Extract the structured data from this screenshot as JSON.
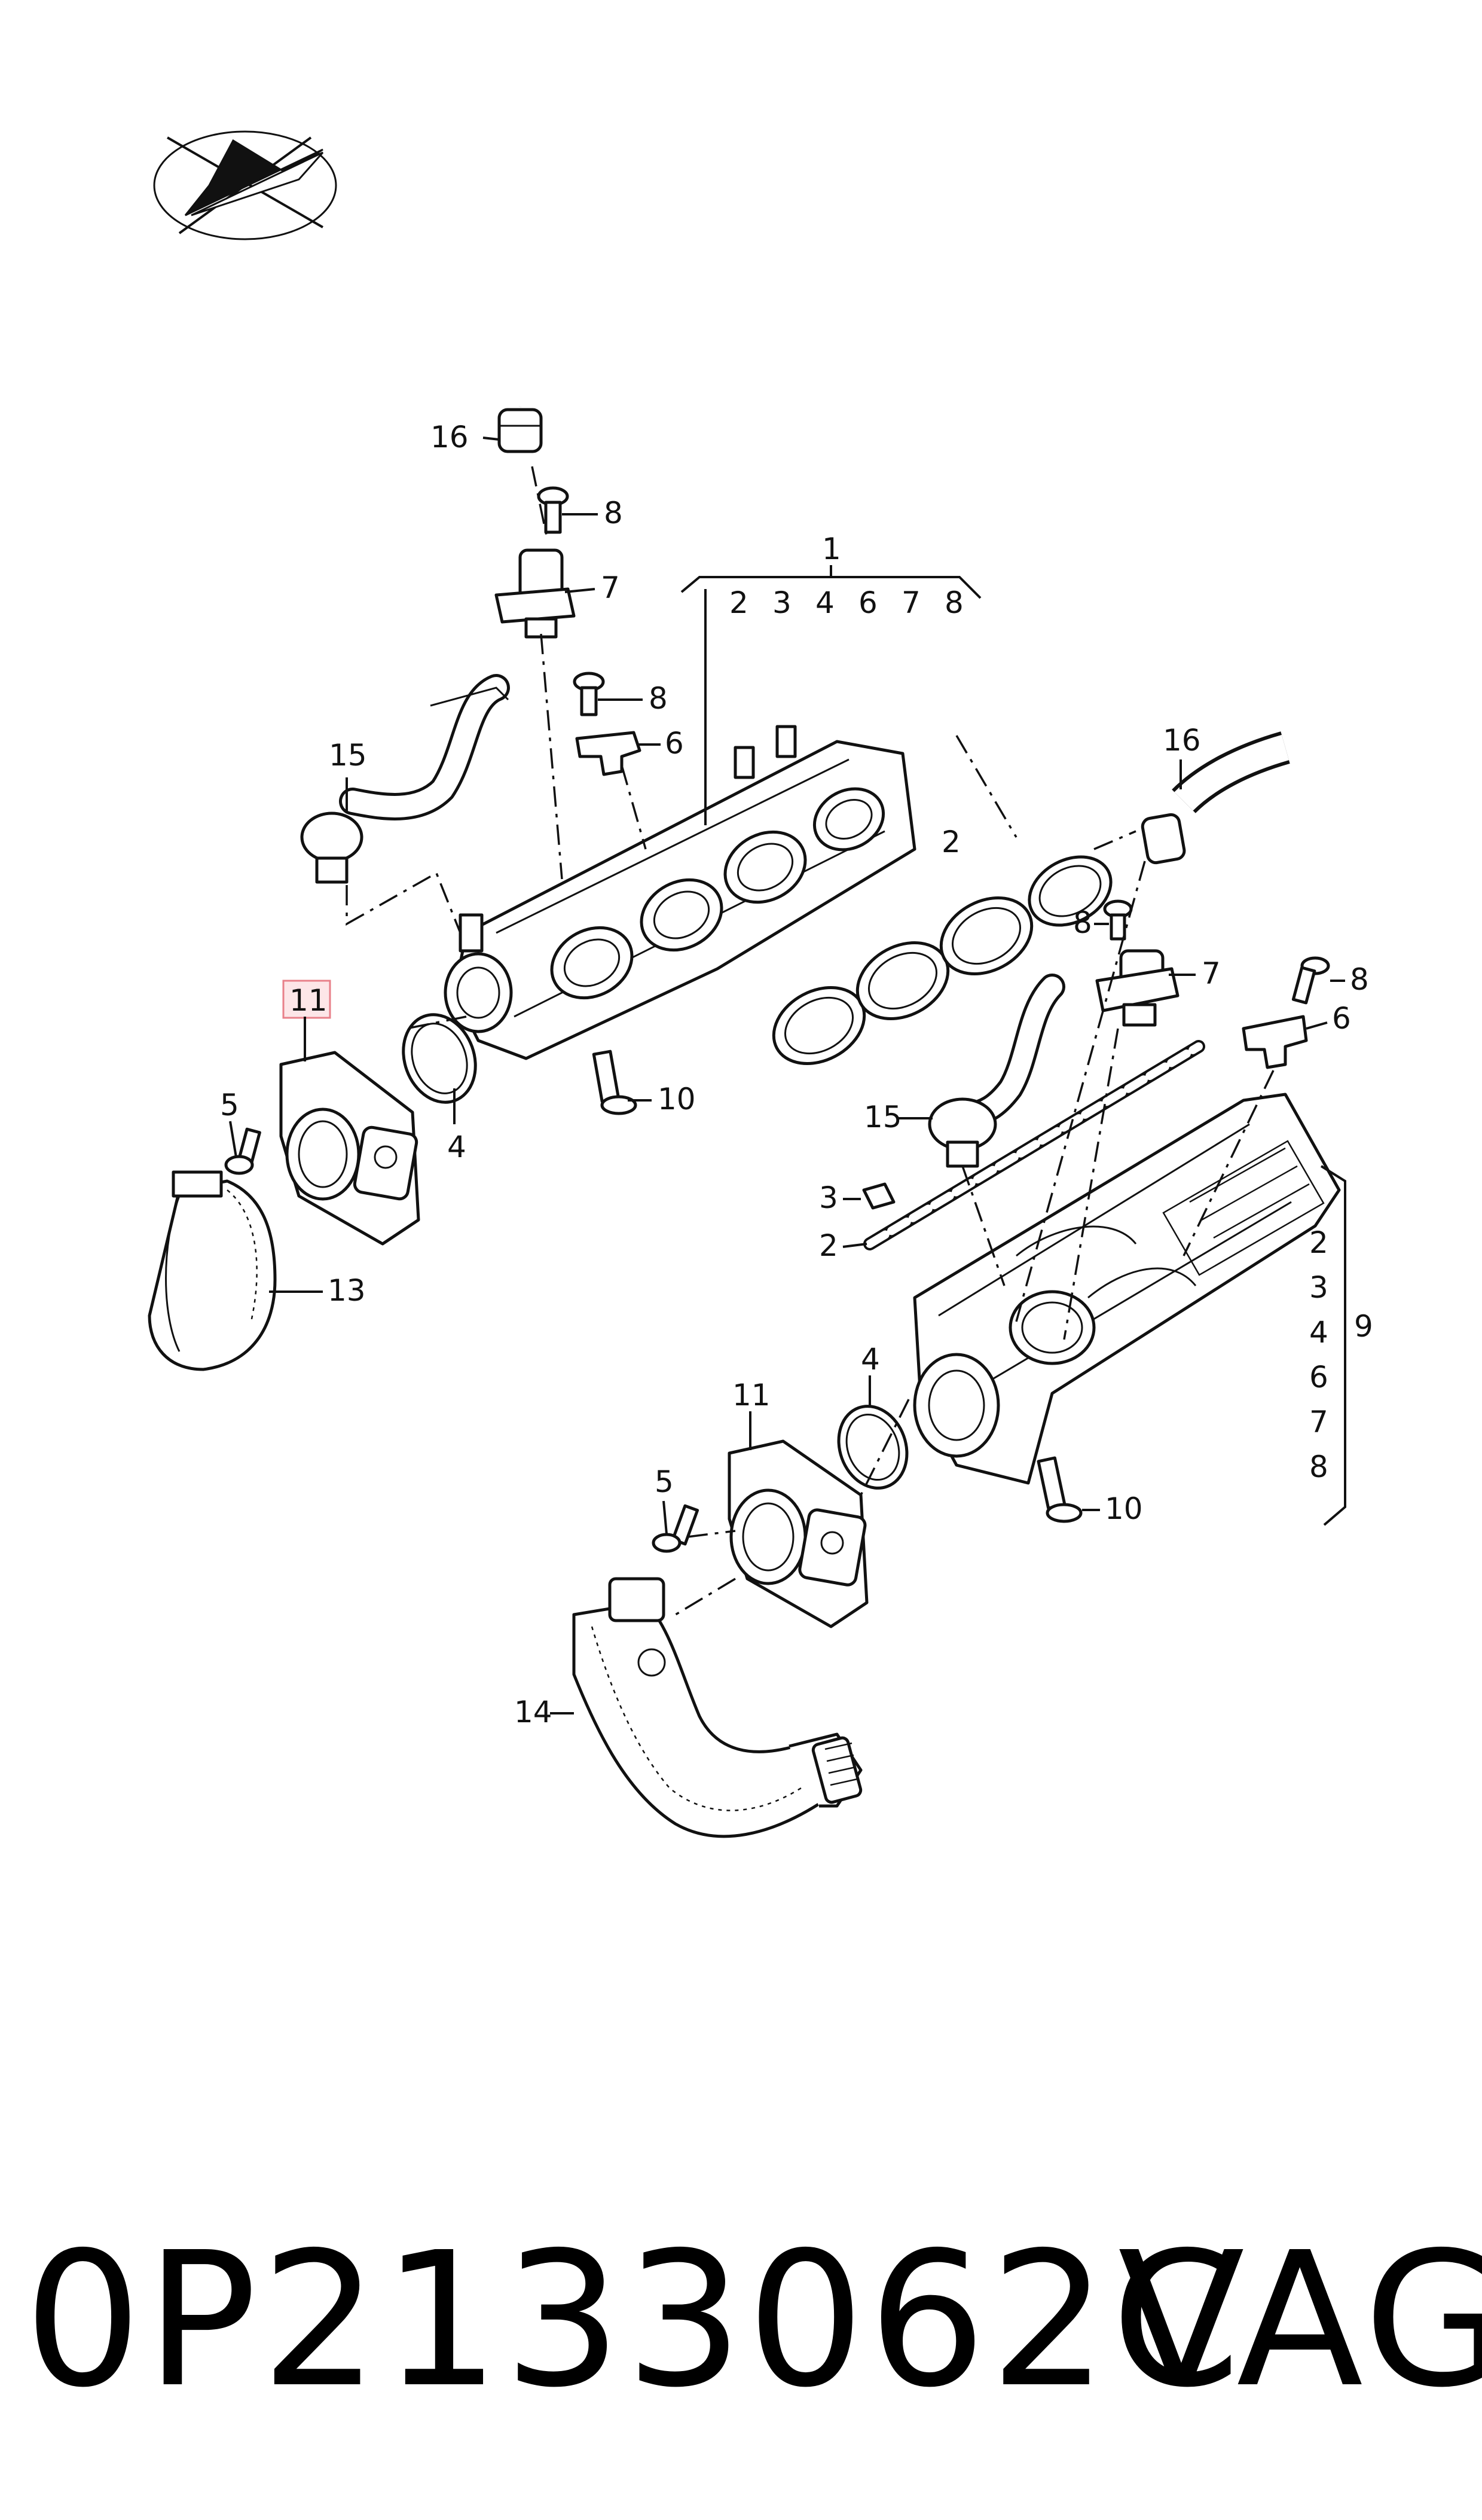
{
  "callouts": {
    "c1": "1",
    "c2": "2",
    "c3": "3",
    "c4": "4",
    "c5": "5",
    "c6": "6",
    "c7": "7",
    "c8": "8",
    "c9": "9",
    "c10": "10",
    "c11": "11",
    "c13": "13",
    "c14": "14",
    "c15": "15",
    "c16": "16"
  },
  "group1_items": [
    "2",
    "3",
    "4",
    "6",
    "7",
    "8"
  ],
  "group9_items": [
    "2",
    "3",
    "4",
    "6",
    "7",
    "8"
  ],
  "highlight_color": "#e8808a",
  "footer": {
    "part_number": "0P2133062C",
    "brand": "VAG"
  }
}
